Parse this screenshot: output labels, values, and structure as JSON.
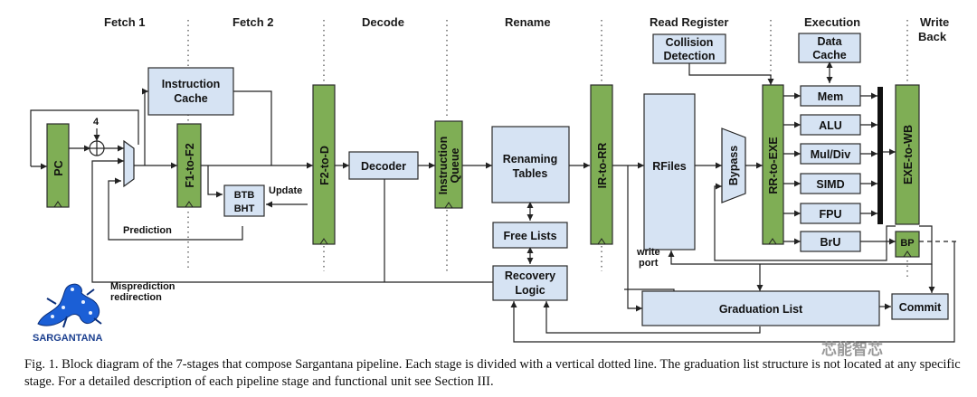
{
  "stages": [
    "Fetch 1",
    "Fetch 2",
    "Decode",
    "Rename",
    "Read Register",
    "Execution",
    "Write",
    "Back"
  ],
  "blocks": {
    "instruction_cache": [
      "Instruction",
      "Cache"
    ],
    "decoder": "Decoder",
    "renaming_tables": [
      "Renaming",
      "Tables"
    ],
    "free_lists": "Free Lists",
    "recovery_logic": [
      "Recovery",
      "Logic"
    ],
    "rfiles": "RFiles",
    "collision_detection": [
      "Collision",
      "Detection"
    ],
    "data_cache": [
      "Data",
      "Cache"
    ],
    "btb": "BTB",
    "bht": "BHT",
    "bypass": "Bypass",
    "mem": "Mem",
    "alu": "ALU",
    "muldiv": "Mul/Div",
    "simd": "SIMD",
    "fpu": "FPU",
    "bru": "BrU",
    "bp": "BP",
    "graduation_list": "Graduation List",
    "commit": "Commit"
  },
  "registers": {
    "pc": "PC",
    "f1_f2": "F1-to-F2",
    "f2_d": "F2-to-D",
    "iq": [
      "Instruction",
      "Queue"
    ],
    "ir_rr": "IR-to-RR",
    "rr_exe": "RR-to-EXE",
    "exe_wb": "EXE-to-WB"
  },
  "labels": {
    "four": "4",
    "update": "Update",
    "prediction": "Prediction",
    "misprediction": [
      "Misprediction",
      "redirection"
    ],
    "write_port": [
      "write",
      "port"
    ]
  },
  "logo": "SARGANTANA",
  "caption": "Fig. 1.  Block diagram of the 7-stages that compose Sargantana pipeline. Each stage is divided with a vertical dotted line. The graduation list structure is not located at any specific stage. For a detailed description of each pipeline stage and functional unit see Section III.",
  "watermark": "芯能智芯",
  "colors": {
    "block_fill": "#d6e3f3",
    "register_fill": "#7fae55",
    "logo_blue": "#1b5fd6"
  }
}
